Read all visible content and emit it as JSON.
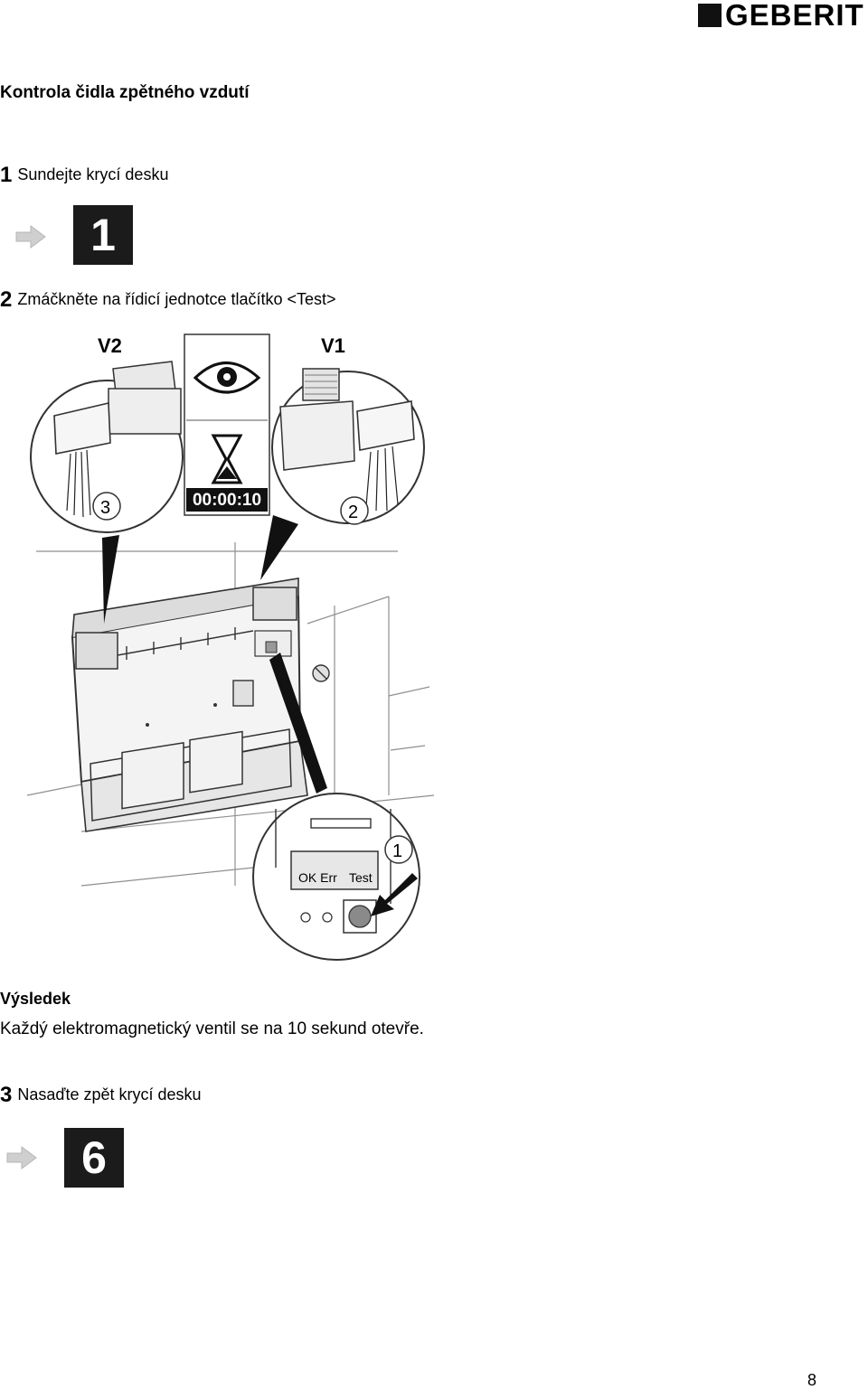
{
  "header": {
    "brand": "GEBERIT"
  },
  "title": "Kontrola čidla zpětného vzdutí",
  "steps": [
    {
      "number": "1",
      "text": "Sundejte krycí desku",
      "ref": "1"
    },
    {
      "number": "2",
      "text": "Zmáčkněte na řídicí jednotce tlačítko <Test>"
    },
    {
      "number": "3",
      "text": "Nasaďte zpět krycí desku",
      "ref": "6"
    }
  ],
  "illustration": {
    "valve_left": "V2",
    "valve_right": "V1",
    "timer": "00:00:10",
    "callout_left": "3",
    "callout_right": "2",
    "callout_bottom": "1",
    "panel_labels": {
      "ok_err": "OK Err",
      "test": "Test"
    }
  },
  "result": {
    "heading": "Výsledek",
    "text": "Každý elektromagnetický ventil se na 10 sekund otevře."
  },
  "page_number": "8"
}
